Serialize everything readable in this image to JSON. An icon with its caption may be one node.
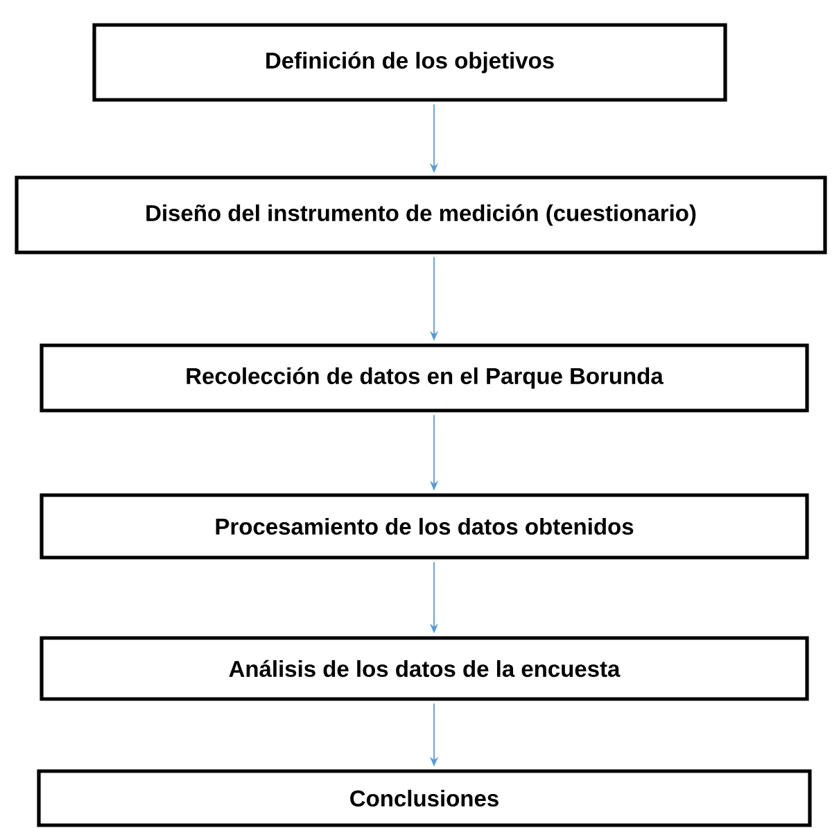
{
  "diagram": {
    "nodes": [
      {
        "text": [
          "Definición de los objetivos"
        ]
      },
      {
        "text": [
          "Diseño del instrumento de medición (cuestionario)"
        ]
      },
      {
        "text": [
          "Recolección de datos en el Parque Borunda"
        ]
      },
      {
        "text": [
          "Procesamiento de los datos obtenidos"
        ]
      },
      {
        "text": [
          "Análisis de los datos de la encuesta"
        ]
      },
      {
        "text": [
          "Conclusiones"
        ]
      }
    ],
    "edges": [
      {
        "from": 0,
        "to": 1,
        "arrow": "to"
      },
      {
        "from": 1,
        "to": 2,
        "arrow": "to"
      },
      {
        "from": 2,
        "to": 3,
        "arrow": "to"
      },
      {
        "from": 3,
        "to": 4,
        "arrow": "to"
      },
      {
        "from": 4,
        "to": 5,
        "arrow": "to"
      }
    ]
  }
}
